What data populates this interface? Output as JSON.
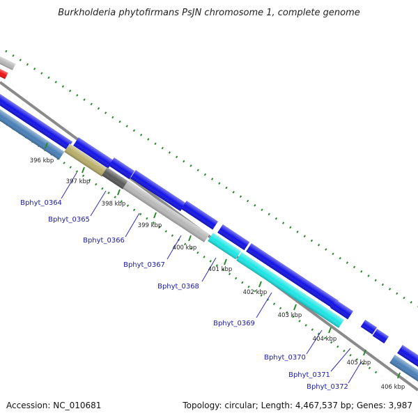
{
  "title": "Burkholderia phytofirmans PsJN chromosome 1, complete genome",
  "footer": {
    "accession": "Accession: NC_010681",
    "topology": "Topology: circular; Length: 4,467,537 bp; Genes: 3,987"
  },
  "ruler_labels": [
    "396 kbp",
    "397 kbp",
    "398 kbp",
    "399 kbp",
    "400 kbp",
    "401 kbp",
    "402 kbp",
    "403 kbp",
    "404 kbp",
    "405 kbp",
    "406 kbp"
  ],
  "gene_labels": [
    "Bphyt_0364",
    "Bphyt_0365",
    "Bphyt_0366",
    "Bphyt_0367",
    "Bphyt_0368",
    "Bphyt_0369",
    "Bphyt_0370",
    "Bphyt_0371",
    "Bphyt_0372"
  ],
  "colors": {
    "forward_cds": "#1414e6",
    "reverse_cds": "#4a80b8",
    "khaki": "#b8ae6a",
    "dark_gray": "#5a5a5a",
    "light_gray": "#b8b8b8",
    "cyan": "#1ee6e6",
    "red": "#ee1111",
    "backbone": "#8a8a8a",
    "ticks": "#2a8a2a",
    "gene_label": "#1a1aa8"
  }
}
